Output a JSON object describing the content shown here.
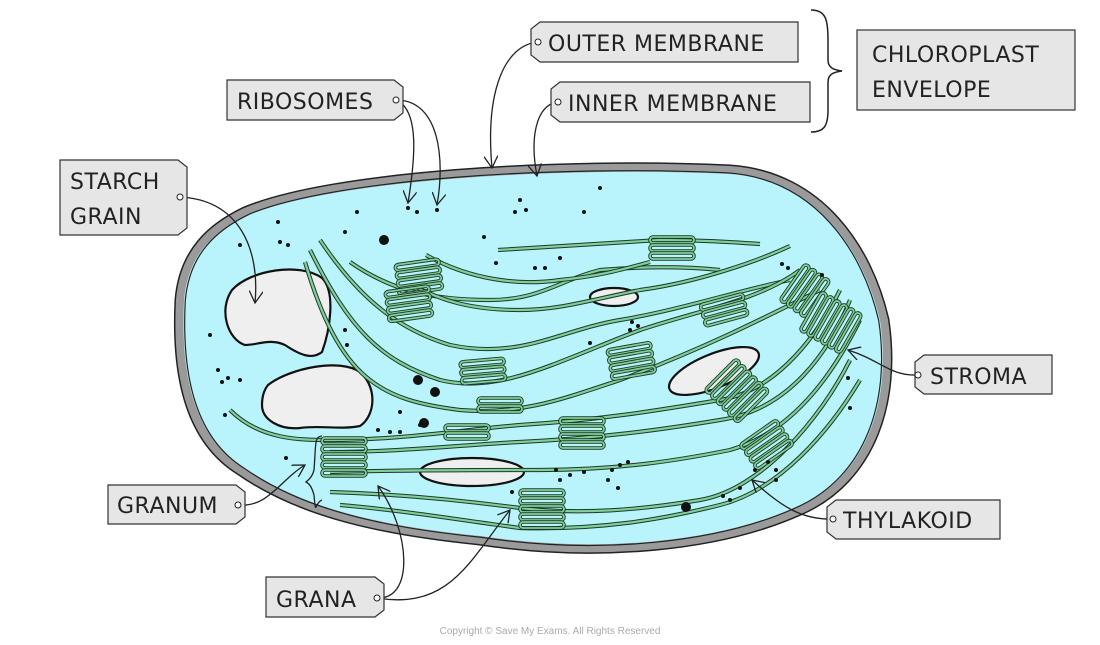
{
  "labels": {
    "outer_membrane": "OUTER MEMBRANE",
    "inner_membrane": "INNER MEMBRANE",
    "chloroplast_envelope_line1": "CHLOROPLAST",
    "chloroplast_envelope_line2": "ENVELOPE",
    "ribosomes": "RIBOSOMES",
    "starch_grain_line1": "STARCH",
    "starch_grain_line2": "GRAIN",
    "stroma": "STROMA",
    "granum": "GRANUM",
    "thylakoid": "THYLAKOID",
    "grana": "GRANA"
  },
  "colors": {
    "stroma": "#b9f3fb",
    "membrane": "#9a9a9a",
    "thylakoid": "#7fcf9a",
    "starch": "#efefef",
    "label_box": "#e6e6e6"
  },
  "copyright": "Copyright © Save My Exams. All Rights Reserved"
}
